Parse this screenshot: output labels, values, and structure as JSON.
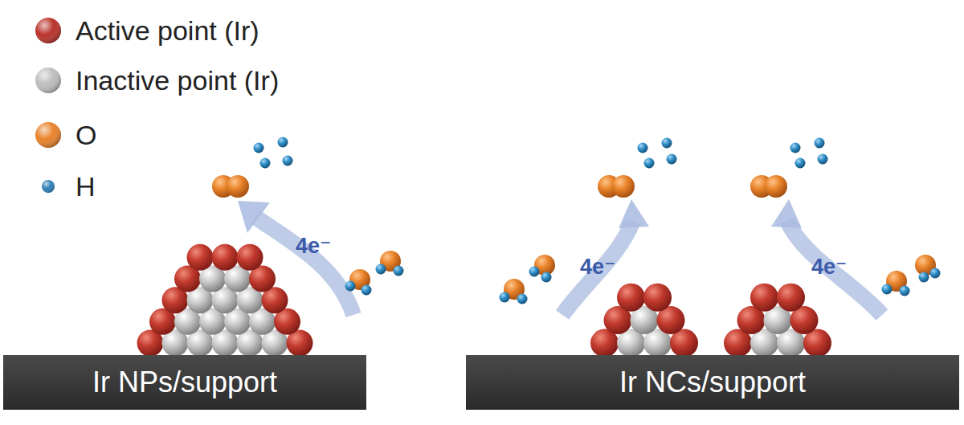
{
  "diagram": {
    "nodes": [
      {
        "text": [
          "Ir NPs/support"
        ]
      },
      {
        "text": [
          "Ir NCs/support"
        ]
      }
    ],
    "labels": [
      "4e⁻",
      "4e⁻",
      "4e⁻"
    ],
    "legend": [
      {
        "text": "Active point (Ir)",
        "color": "#b8322a"
      },
      {
        "text": "Inactive point (Ir)",
        "color": "#bdbdbd"
      },
      {
        "text": "O",
        "color": "#e8822a"
      },
      {
        "text": "H",
        "color": "#2f7fb8"
      }
    ]
  }
}
